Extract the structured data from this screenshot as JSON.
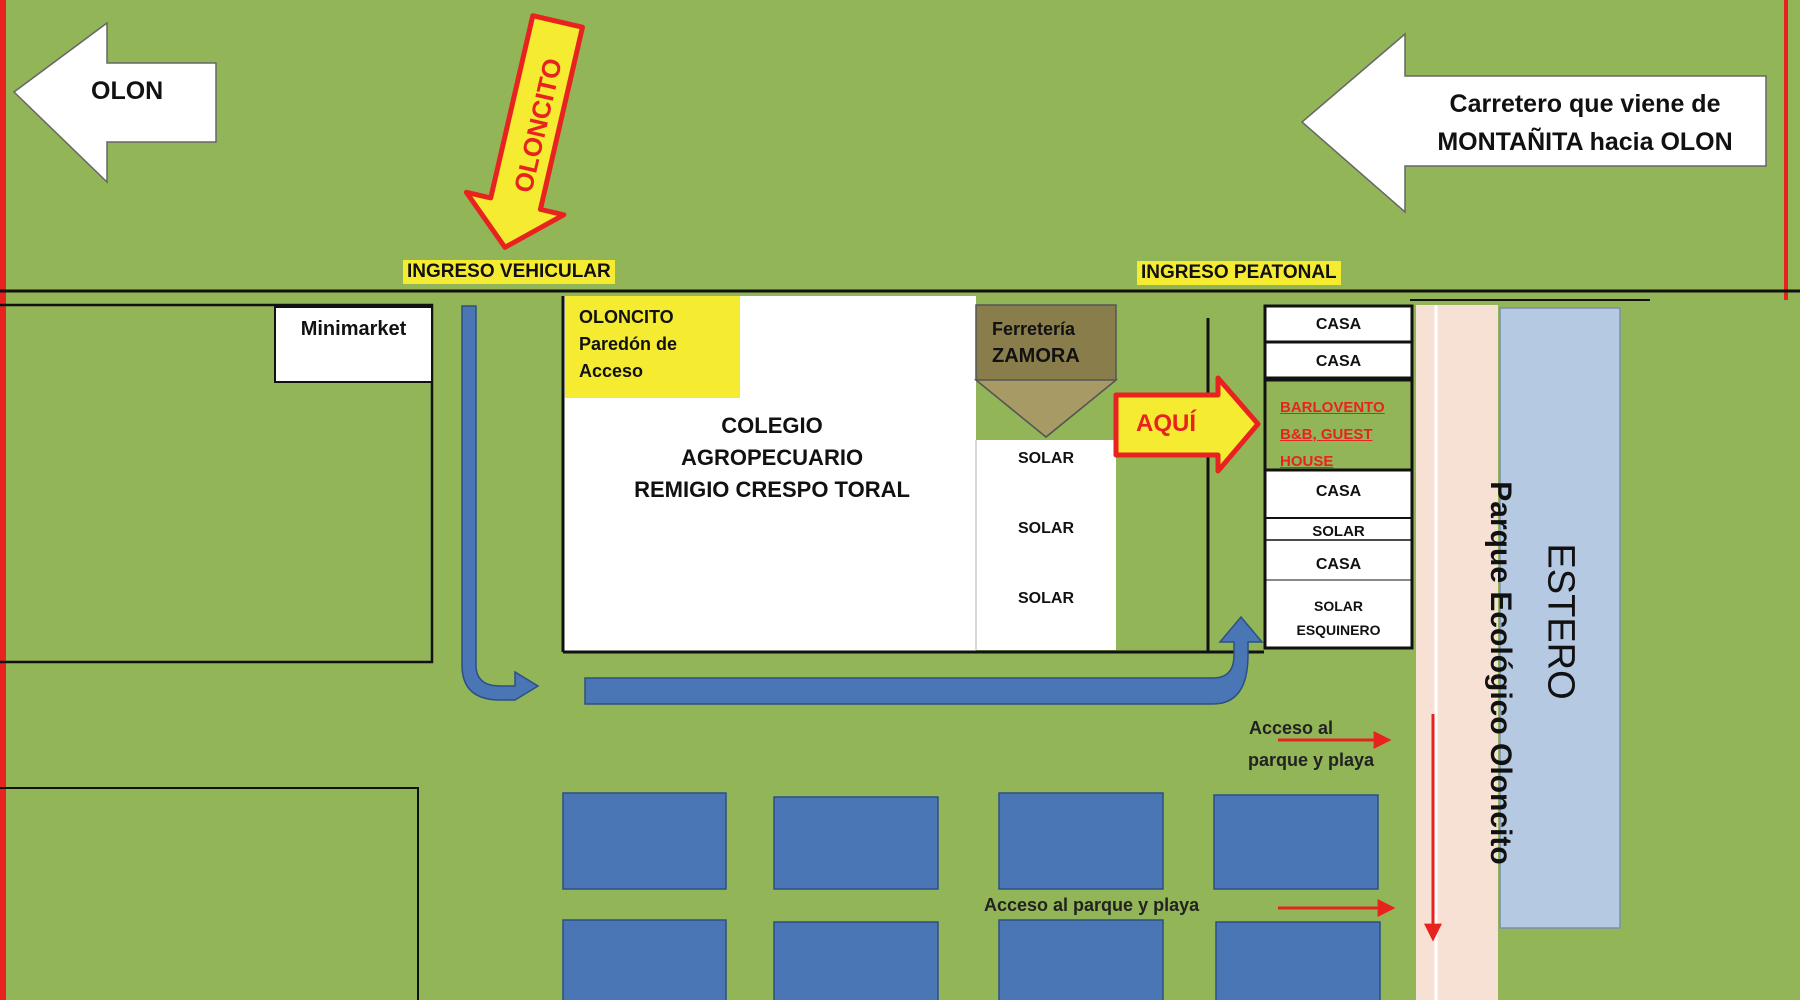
{
  "arrows": {
    "olon": "OLON",
    "oloncito": "OLONCITO",
    "highway_line1": "Carretero que viene de",
    "highway_line2": "MONTAÑITA hacia OLON",
    "aqui": "AQUÍ"
  },
  "entrances": {
    "vehicular": "INGRESO VEHICULAR",
    "pedestrian": "INGRESO PEATONAL"
  },
  "places": {
    "minimarket": "Minimarket",
    "wall_line1": "OLONCITO",
    "wall_line2": "Paredón de",
    "wall_line3": "Acceso",
    "school_line1": "COLEGIO",
    "school_line2": "AGROPECUARIO",
    "school_line3": "REMIGIO CRESPO TORAL",
    "hardware_line1": "Ferretería",
    "hardware_line2": "ZAMORA",
    "lots": [
      "SOLAR",
      "SOLAR",
      "SOLAR"
    ]
  },
  "block": {
    "casa1": "CASA",
    "casa2": "CASA",
    "guest_line1": "BARLOVENTO",
    "guest_line2": "B&B, GUEST",
    "guest_line3": "HOUSE",
    "casa3": "CASA",
    "solar": "SOLAR",
    "casa4": "CASA",
    "corner_line1": "SOLAR",
    "corner_line2": "ESQUINERO"
  },
  "access": {
    "upper_line1": "Acceso al",
    "upper_line2": "parque y playa",
    "lower": "Acceso al parque y playa"
  },
  "park": "Parque Ecológico Oloncito",
  "estuary": "ESTERO",
  "colors": {
    "grass": "#92b657",
    "road_arrow": "#4a76b6",
    "yellow": "#f5eb31",
    "red": "#e8231f",
    "hardware": "#8a7d4c",
    "estuary": "#b5c9e2",
    "park_path": "#f7e1d4",
    "guest_text": "#e8231f"
  }
}
